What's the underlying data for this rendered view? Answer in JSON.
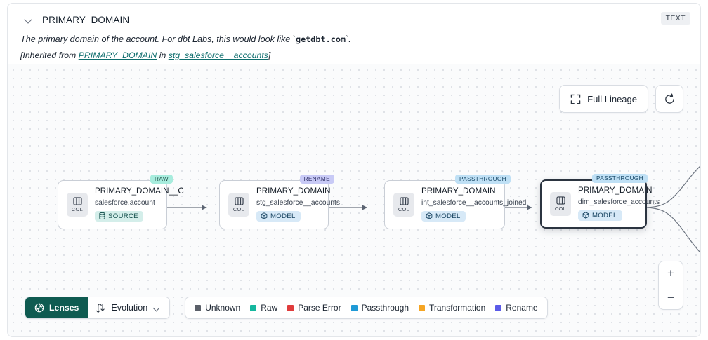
{
  "header": {
    "collapse_icon": "chevron-down-icon",
    "title": "PRIMARY_DOMAIN",
    "type_badge": "TEXT",
    "description_pre": "The primary domain of the account. For dbt Labs, this would look like `",
    "description_code": "getdbt.com",
    "description_post": "`.",
    "inherited_prefix": "[Inherited from ",
    "inherited_link_1": "PRIMARY_DOMAIN",
    "inherited_mid": " in ",
    "inherited_link_2": "stg_salesforce__accounts",
    "inherited_suffix": "]"
  },
  "toolbar": {
    "full_lineage_label": "Full Lineage",
    "full_lineage_icon": "expand-icon",
    "refresh_icon": "refresh-icon"
  },
  "zoom_controls": {
    "zoom_in_label": "+",
    "zoom_out_label": "−"
  },
  "graph": {
    "nodes": [
      {
        "tag": "RAW",
        "tag_class": "tag-raw",
        "chip": "COL",
        "name": "PRIMARY_DOMAIN__C",
        "sub": "salesforce.account",
        "badge": "SOURCE",
        "badge_class": "badge-source",
        "badge_icon": "database-icon",
        "selected": false
      },
      {
        "tag": "RENAME",
        "tag_class": "tag-rename",
        "chip": "COL",
        "name": "PRIMARY_DOMAIN",
        "sub": "stg_salesforce__accounts",
        "badge": "MODEL",
        "badge_class": "badge-model",
        "badge_icon": "cube-icon",
        "selected": false
      },
      {
        "tag": "PASSTHROUGH",
        "tag_class": "tag-passthrough",
        "chip": "COL",
        "name": "PRIMARY_DOMAIN",
        "sub": "int_salesforce__accounts_joined",
        "badge": "MODEL",
        "badge_class": "badge-model",
        "badge_icon": "cube-icon",
        "selected": false
      },
      {
        "tag": "PASSTHROUGH",
        "tag_class": "tag-passthrough",
        "chip": "COL",
        "name": "PRIMARY_DOMAIN",
        "sub": "dim_salesforce_accounts",
        "badge": "MODEL",
        "badge_class": "badge-model",
        "badge_icon": "cube-icon",
        "selected": true
      }
    ]
  },
  "bottom": {
    "lenses_label": "Lenses",
    "lenses_icon": "aperture-icon",
    "evolution_label": "Evolution",
    "evolution_icon": "evolution-arrows-icon",
    "evolution_caret": "chevron-down-icon",
    "legend": [
      {
        "label": "Unknown",
        "color": "#5b6069"
      },
      {
        "label": "Raw",
        "color": "#15b79e"
      },
      {
        "label": "Parse Error",
        "color": "#e03c3c"
      },
      {
        "label": "Passthrough",
        "color": "#1f9ad6"
      },
      {
        "label": "Transformation",
        "color": "#f5a524"
      },
      {
        "label": "Rename",
        "color": "#5b5be8"
      }
    ]
  }
}
